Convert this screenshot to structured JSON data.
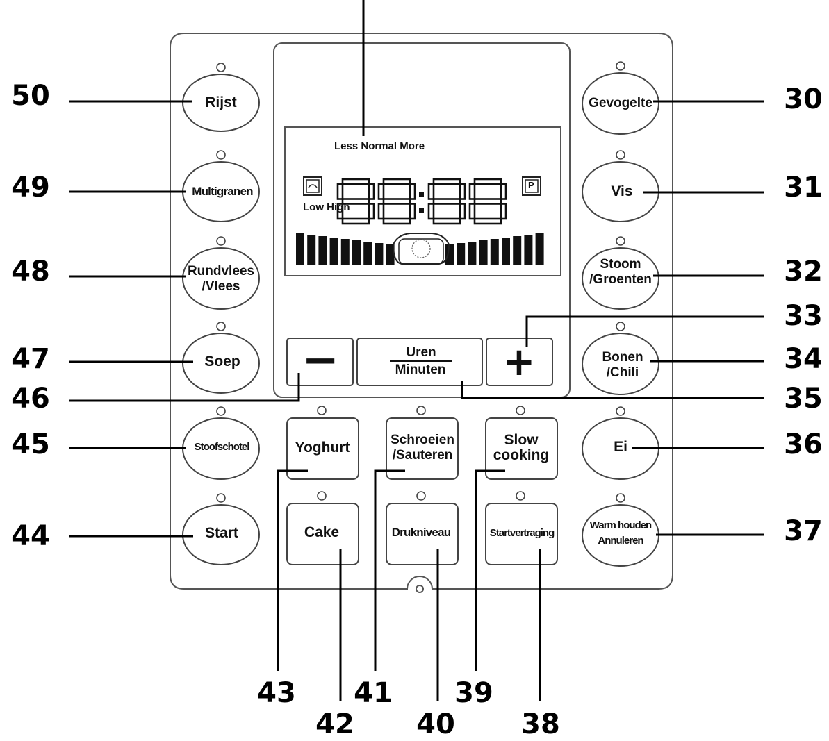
{
  "indicator_labels": {
    "less_normal_more": "Less Normal More",
    "low_high": "Low High"
  },
  "display": {
    "digits": "88:88",
    "pressure_symbol": "P"
  },
  "buttons_left": [
    {
      "id": "50",
      "lines": [
        "Rijst"
      ],
      "size": "l"
    },
    {
      "id": "49",
      "lines": [
        "Multigranen"
      ],
      "size": "s"
    },
    {
      "id": "48",
      "lines": [
        "Rundvlees",
        "/Vlees"
      ],
      "size": "m"
    },
    {
      "id": "47",
      "lines": [
        "Soep"
      ],
      "size": "l"
    },
    {
      "id": "45",
      "lines": [
        "Stoofschotel"
      ],
      "size": "xs"
    },
    {
      "id": "44",
      "lines": [
        "Start"
      ],
      "size": "l"
    }
  ],
  "buttons_right": [
    {
      "id": "30",
      "lines": [
        "Gevogelte"
      ],
      "size": "m"
    },
    {
      "id": "31",
      "lines": [
        "Vis"
      ],
      "size": "l"
    },
    {
      "id": "32",
      "lines": [
        "Stoom",
        "/Groenten"
      ],
      "size": "m"
    },
    {
      "id": "34",
      "lines": [
        "Bonen",
        "/Chili"
      ],
      "size": "m"
    },
    {
      "id": "36",
      "lines": [
        "Ei"
      ],
      "size": "l"
    },
    {
      "id": "37",
      "lines": [
        "Warm houden",
        "Annuleren"
      ],
      "size": "xs"
    }
  ],
  "buttons_middle": [
    {
      "id": "43",
      "lines": [
        "Yoghurt"
      ],
      "size": "l"
    },
    {
      "id": "41",
      "lines": [
        "Schroeien",
        "/Sauteren"
      ],
      "size": "m"
    },
    {
      "id": "39",
      "lines": [
        "Slow",
        "cooking"
      ],
      "size": "l"
    },
    {
      "id": "42",
      "lines": [
        "Cake"
      ],
      "size": "l"
    },
    {
      "id": "40",
      "lines": [
        "Drukniveau"
      ],
      "size": "s"
    },
    {
      "id": "38",
      "lines": [
        "Startvertraging"
      ],
      "size": "xs"
    }
  ],
  "time_controls": {
    "minus": "−",
    "plus": "+",
    "uren": "Uren",
    "minuten": "Minuten"
  },
  "callouts": {
    "n50": "50",
    "n49": "49",
    "n48": "48",
    "n47": "47",
    "n46": "46",
    "n45": "45",
    "n44": "44",
    "n30": "30",
    "n31": "31",
    "n32": "32",
    "n33": "33",
    "n34": "34",
    "n35": "35",
    "n36": "36",
    "n37": "37",
    "n43": "43",
    "n42": "42",
    "n41": "41",
    "n40": "40",
    "n39": "39",
    "n38": "38"
  }
}
